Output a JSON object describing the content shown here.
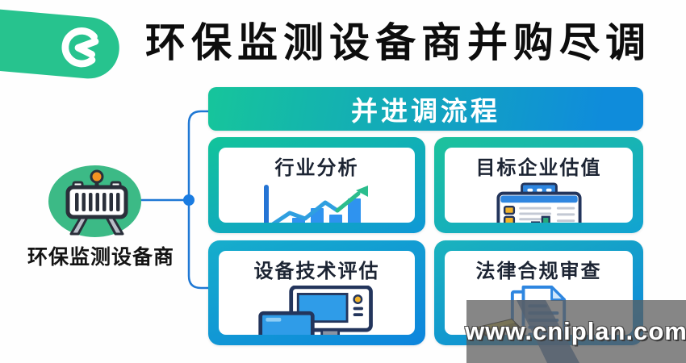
{
  "title": "环保监测设备商并购尽调",
  "logo": {
    "glyph": "G",
    "color": "#27c38e"
  },
  "source": {
    "label": "环保监测设备商",
    "icon": "monitoring-device-icon",
    "circle_color": "#3cba86"
  },
  "flow": {
    "header": "并进调流程",
    "cards": [
      {
        "label": "行业分析",
        "icon": "bar-chart-trend-icon"
      },
      {
        "label": "目标企业估值",
        "icon": "valuation-spreadsheet-icon"
      },
      {
        "label": "设备技术评估",
        "icon": "computer-monitors-icon"
      },
      {
        "label": "法律合规审查",
        "icon": "legal-document-icon"
      }
    ]
  },
  "colors": {
    "gradient_green": "#14c49a",
    "gradient_blue": "#0e87da",
    "connector_blue": "#1f78d4",
    "bar_blue": "#2f93ef",
    "trend_arrow_green": "#2bbd8d",
    "accent_yellow": "#f2b32a",
    "accent_green": "#28a97c",
    "antenna_orange": "#f59222"
  },
  "watermark": {
    "text": "www.cniplan.com"
  }
}
